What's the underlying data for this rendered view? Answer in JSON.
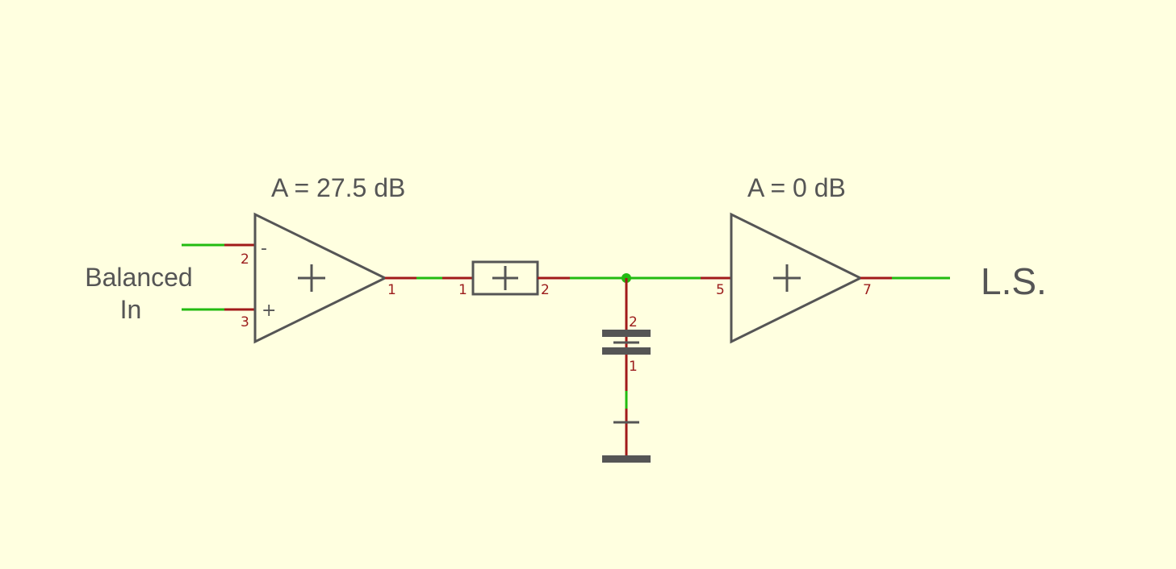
{
  "input": {
    "label_line1": "Balanced",
    "label_line2": "In"
  },
  "amp1": {
    "gain_label": "A = 27.5 dB",
    "inverting_symbol": "-",
    "noninverting_symbol": "+",
    "inner_symbol": "+",
    "pin_inverting": "2",
    "pin_noninverting": "3",
    "pin_output": "1"
  },
  "resistor": {
    "pin_left": "1",
    "pin_right": "2"
  },
  "capacitor": {
    "pin_top": "2",
    "pin_bottom": "1"
  },
  "amp2": {
    "gain_label": "A = 0 dB",
    "inner_symbol": "+",
    "pin_input": "5",
    "pin_output": "7"
  },
  "output": {
    "label": "L.S."
  },
  "colors": {
    "background": "#ffffe0",
    "wire": "#22bb11",
    "pin_lead": "#a11a1a",
    "symbol": "#555555"
  }
}
